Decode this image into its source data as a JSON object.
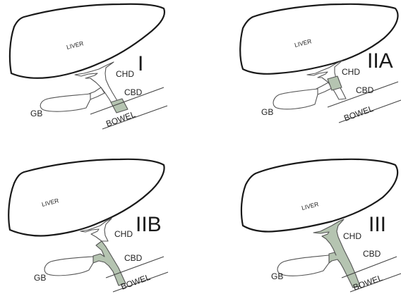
{
  "panels": [
    {
      "type_label": "I",
      "liver_label": "LIVER",
      "chd_label": "CHD",
      "cbd_label": "CBD",
      "gb_label": "GB",
      "bowel_label": "BOWEL"
    },
    {
      "type_label": "IIA",
      "liver_label": "LIVER",
      "chd_label": "CHD",
      "cbd_label": "CBD",
      "gb_label": "GB",
      "bowel_label": "BOWEL"
    },
    {
      "type_label": "IIB",
      "liver_label": "LIVER",
      "chd_label": "CHD",
      "cbd_label": "CBD",
      "gb_label": "GB",
      "bowel_label": "BOWEL"
    },
    {
      "type_label": "III",
      "liver_label": "LIVER",
      "chd_label": "CHD",
      "cbd_label": "CBD",
      "gb_label": "GB",
      "bowel_label": "BOWEL"
    }
  ],
  "colors": {
    "shaded_segment": "#b5c4b1",
    "outline": "#1a1a1a"
  }
}
